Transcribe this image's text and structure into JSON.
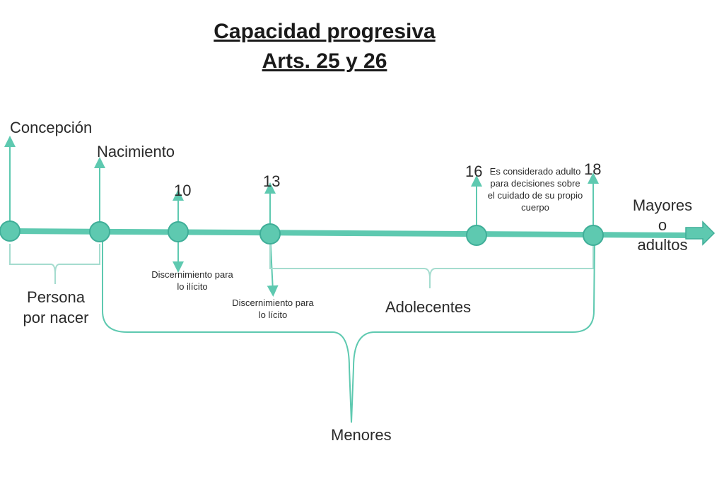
{
  "title": {
    "line1": "Capacidad progresiva",
    "line2": "Arts. 25 y 26"
  },
  "colors": {
    "accent": "#5ec9b0",
    "stroke": "#3fae98",
    "bracket": "#a5dccf"
  },
  "milestones": {
    "concepcion": "Concepción",
    "nacimiento": "Nacimiento",
    "age10": "10",
    "age13": "13",
    "age16": "16",
    "age18": "18"
  },
  "notes": {
    "discernimiento_ilicito": "Discernimiento para lo ilícito",
    "discernimiento_licito": "Discernimiento para lo lícito",
    "adulto_decisiones": "Es considerado adulto para decisiones sobre el cuidado de su propio cuerpo"
  },
  "groups": {
    "persona_por_nacer": "Persona por nacer",
    "adolecentes": "Adolecentes",
    "menores": "Menores",
    "mayores_line1": "Mayores",
    "mayores_line2": "o",
    "mayores_line3": "adultos"
  }
}
